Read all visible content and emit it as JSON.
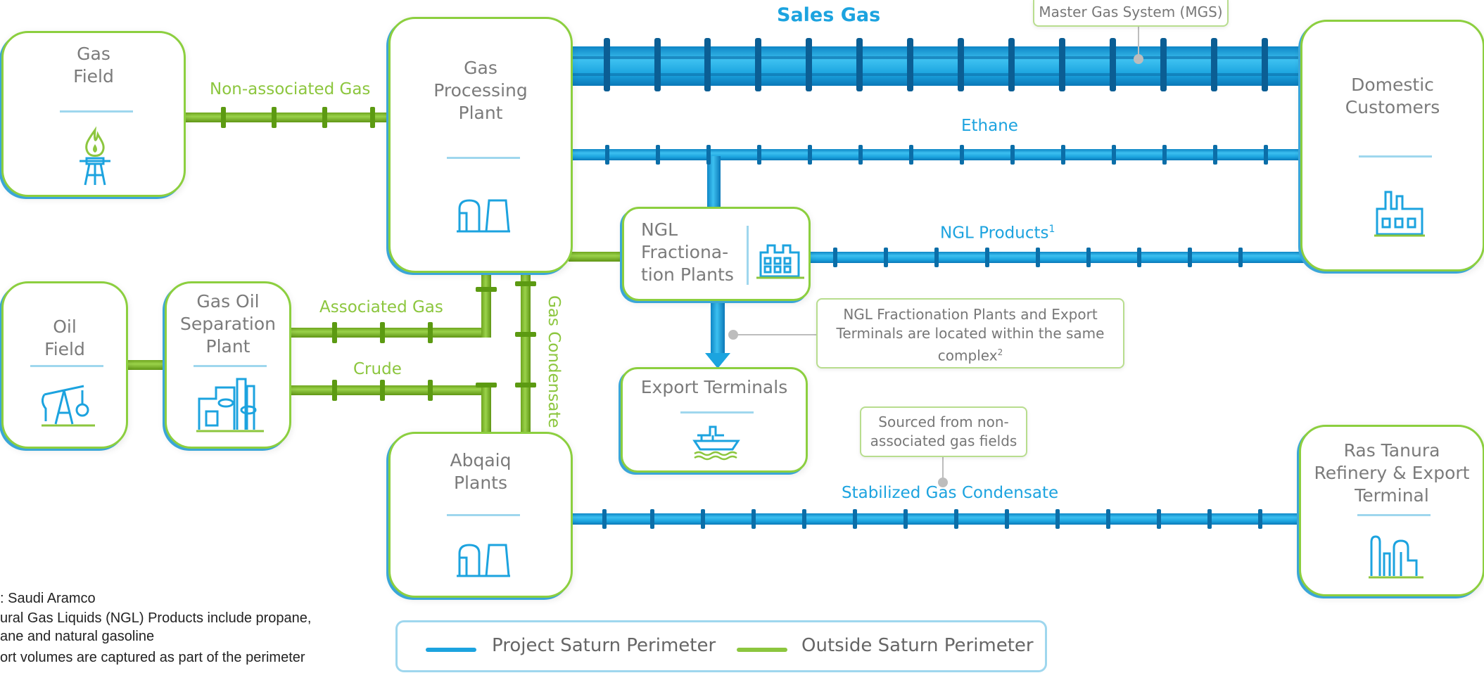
{
  "colors": {
    "project": "#1ca3df",
    "outside": "#8cc63e",
    "pipe_blue_dark": "#0f7fbf",
    "pipe_green_dark": "#5c9a12"
  },
  "nodes": {
    "gas_field": "Gas\nField",
    "gas_processing_plant": "Gas\nProcessing\nPlant",
    "domestic_customers": "Domestic\nCustomers",
    "ngl_fractionation_plants": "NGL\nFractiona-\ntion Plants",
    "oil_field": "Oil\nField",
    "gas_oil_separation_plant": "Gas Oil\nSeparation\nPlant",
    "export_terminals": "Export Terminals",
    "abqaiq_plants": "Abqaiq\nPlants",
    "ras_tanura": "Ras Tanura\nRefinery  & Export\nTerminal"
  },
  "flows": {
    "sales_gas": "Sales Gas",
    "non_associated_gas": "Non-associated Gas",
    "ethane": "Ethane",
    "ngl_products": "NGL Products",
    "ngl_products_sup": "1",
    "associated_gas": "Associated Gas",
    "crude": "Crude",
    "gas_condensate": "Gas Condensate",
    "stabilized_gas_condensate": "Stabilized Gas Condensate"
  },
  "callouts": {
    "mgs": "Master Gas System (MGS)",
    "ngl_note": "NGL Fractionation Plants and Export\nTerminals are located within the same\ncomplex",
    "ngl_note_sup": "2",
    "sourced_note": "Sourced from non-\nassociated gas fields"
  },
  "legend": {
    "project": "Project Saturn Perimeter",
    "outside": "Outside Saturn Perimeter"
  },
  "footnotes": [
    ": Saudi Aramco",
    "ural Gas Liquids (NGL) Products include propane,",
    "ane and natural gasoline",
    "ort volumes are captured as part of the perimeter"
  ],
  "icons": [
    "gas-flare-icon",
    "storage-tanks-icon",
    "factory-icon",
    "ngl-plant-icon",
    "pumpjack-icon",
    "separation-plant-icon",
    "ship-icon",
    "refinery-icon"
  ]
}
